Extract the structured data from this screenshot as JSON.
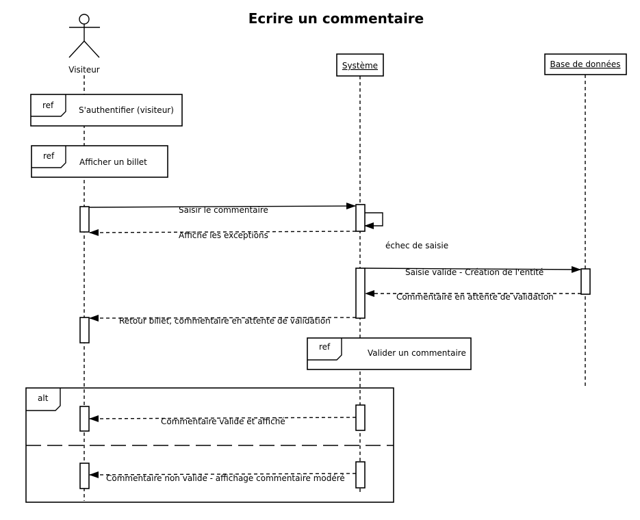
{
  "title": "Ecrire un commentaire",
  "lifelines": {
    "actor": "Visiteur",
    "system": "Système",
    "database": "Base de données"
  },
  "fragments": {
    "ref1": {
      "tag": "ref",
      "text": "S'authentifier (visiteur)"
    },
    "ref2": {
      "tag": "ref",
      "text": "Afficher un billet"
    },
    "ref3": {
      "tag": "ref",
      "text": "Valider un commentaire"
    },
    "alt": {
      "tag": "alt"
    }
  },
  "messages": {
    "m1": "Saisir le commentaire",
    "m2": "Affiche les exceptions",
    "m3": "échec de saisie",
    "m4": "Saisie valide - Création de l'entité",
    "m5": "Commentaire en attente de validation",
    "m6": "Retour billet, commentaire en attente de validation",
    "m7": "Commentaire valide et affiché",
    "m8": "Commentaire non valide - affichage commentaire modéré"
  }
}
